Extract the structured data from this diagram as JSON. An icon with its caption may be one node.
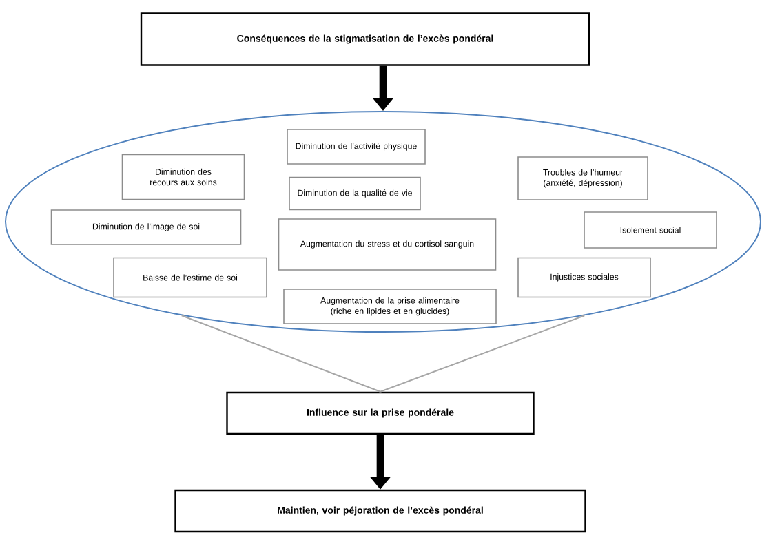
{
  "diagram": {
    "nodes": [
      {
        "text": [
          "Conséquences de la stigmatisation de l’excès pondéral"
        ]
      },
      {
        "text": [],
        "shape": "ellipse"
      },
      {
        "text": [
          "Diminution de l’activité physique"
        ],
        "in": 1
      },
      {
        "text": [
          "Diminution des recours aux soins"
        ],
        "in": 1
      },
      {
        "text": [
          "Troubles de l’humeur (anxiété, dépression)"
        ],
        "in": 1
      },
      {
        "text": [
          "Diminution de la qualité de vie"
        ],
        "in": 1
      },
      {
        "text": [
          "Diminution de l’image de soi"
        ],
        "in": 1
      },
      {
        "text": [
          "Isolement social"
        ],
        "in": 1
      },
      {
        "text": [
          "Augmentation du stress et du cortisol sanguin"
        ],
        "in": 1
      },
      {
        "text": [
          "Baisse de l’estime de soi"
        ],
        "in": 1
      },
      {
        "text": [
          "Injustices sociales"
        ],
        "in": 1
      },
      {
        "text": [
          "Augmentation de la prise alimentaire (riche en lipides et en glucides)"
        ],
        "in": 1
      },
      {
        "text": [
          "Influence sur la prise pondérale"
        ]
      },
      {
        "text": [
          "Maintien, voir péjoration de l’excès pondéral"
        ]
      }
    ],
    "edges": [
      {
        "from": 0,
        "to": 1,
        "arrow": "to",
        "style": "thick"
      },
      {
        "from": 1,
        "to": 12,
        "arrow": "none",
        "color": "#a6a6a6"
      },
      {
        "from": 1,
        "to": 12,
        "arrow": "none",
        "color": "#a6a6a6"
      },
      {
        "from": 12,
        "to": 13,
        "arrow": "to",
        "style": "thick"
      }
    ]
  }
}
